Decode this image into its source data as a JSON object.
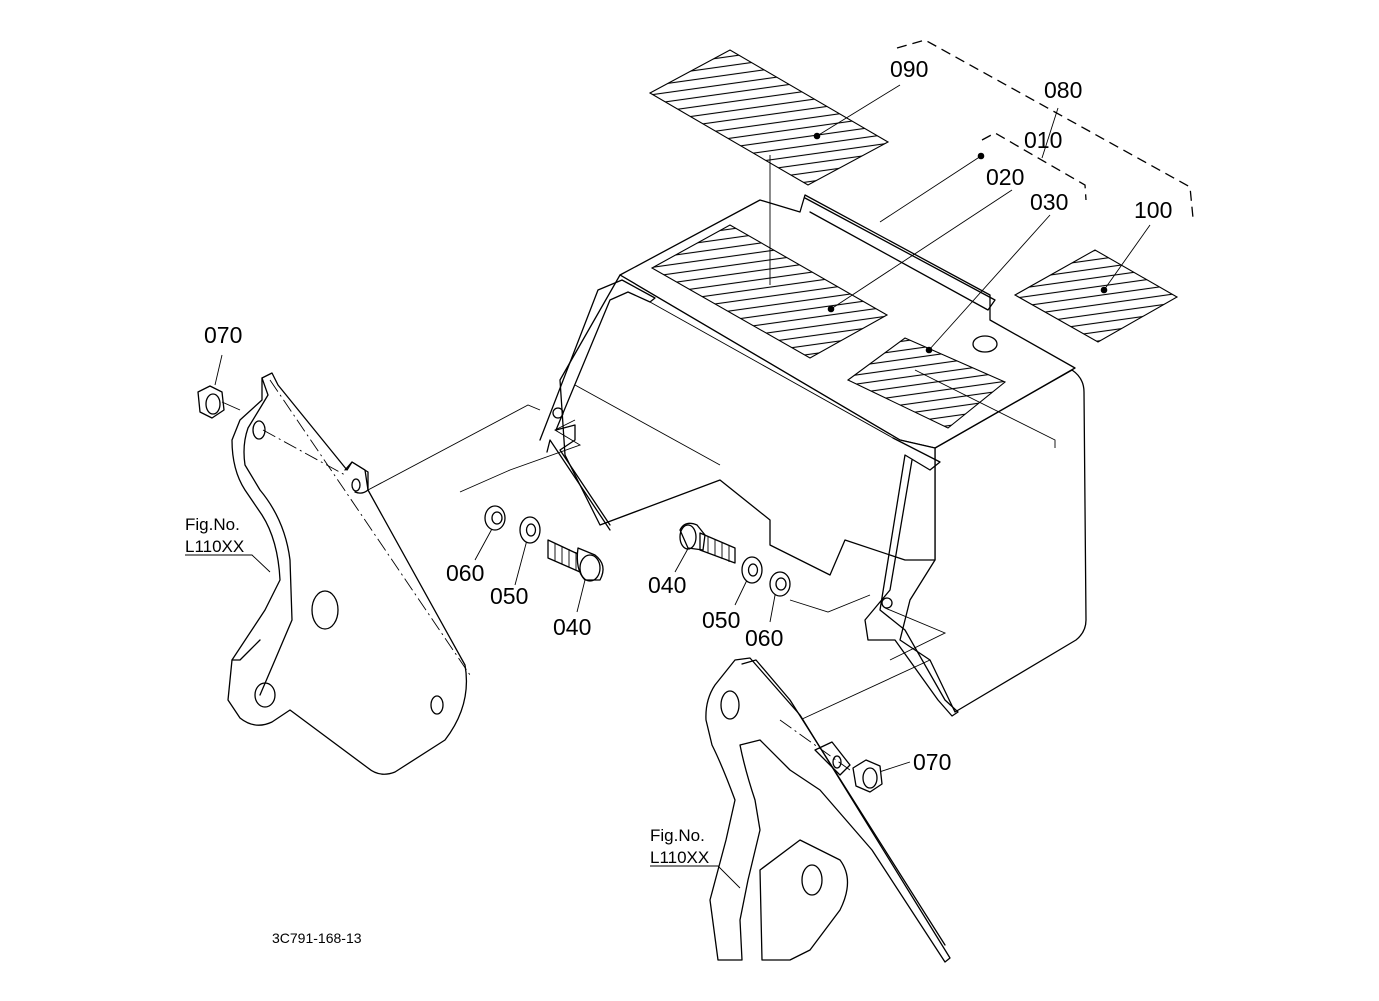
{
  "labels": {
    "p010": "010",
    "p020": "020",
    "p030": "030",
    "p040a": "040",
    "p040b": "040",
    "p050a": "050",
    "p050b": "050",
    "p060a": "060",
    "p060b": "060",
    "p070a": "070",
    "p070b": "070",
    "p080": "080",
    "p090": "090",
    "p100": "100"
  },
  "figref_left": {
    "line1": "Fig.No.",
    "line2": "L110XX"
  },
  "figref_right": {
    "line1": "Fig.No.",
    "line2": "L110XX"
  },
  "drawing_code": "3C791-168-13"
}
